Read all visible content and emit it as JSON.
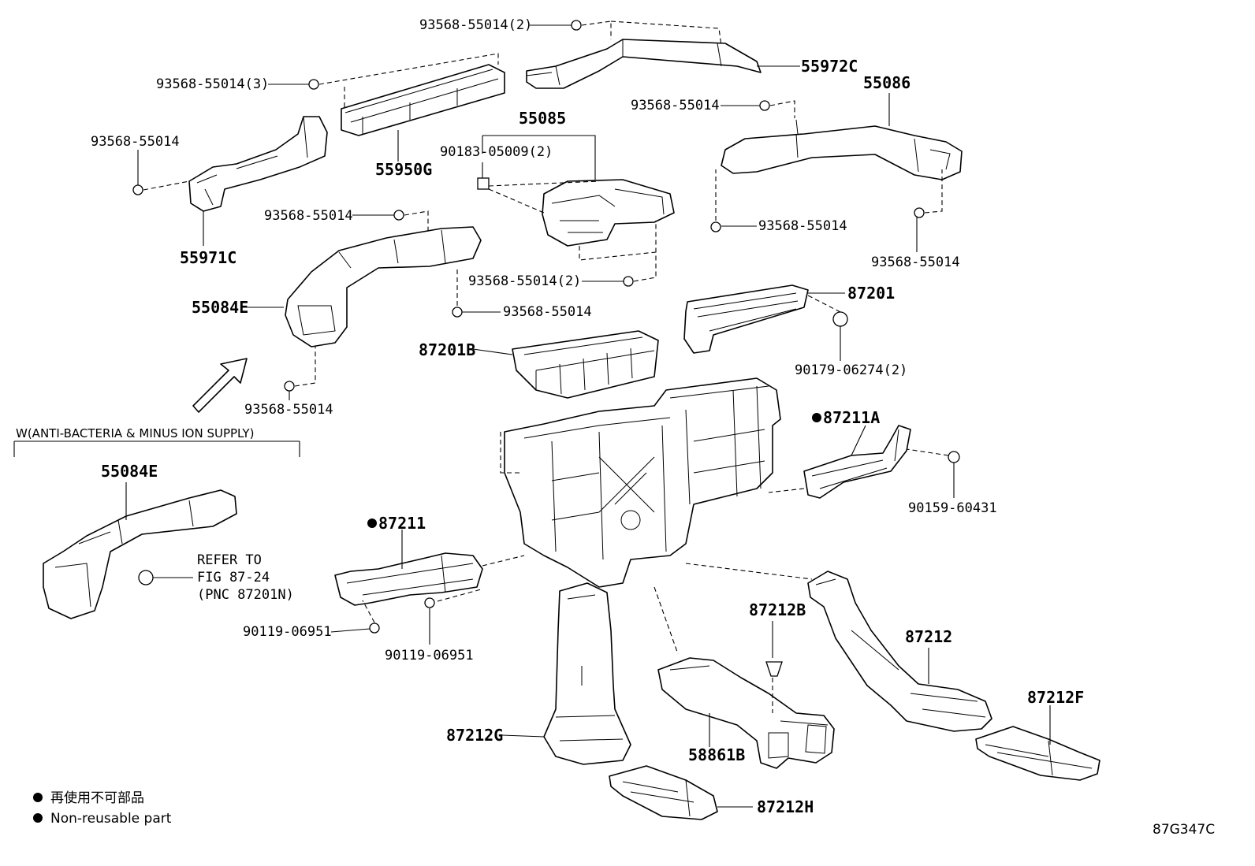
{
  "diagram": {
    "labels": {
      "screw_top_2": "93568-55014(2)",
      "duct_55972c": "55972C",
      "duct_55086": "55086",
      "screw_3": "93568-55014(3)",
      "screw_right_top": "93568-55014",
      "duct_55085": "55085",
      "clip_90183": "90183-05009(2)",
      "screw_left": "93568-55014",
      "duct_55950g": "55950G",
      "screw_mid_left": "93568-55014",
      "screw_right_low": "93568-55014",
      "screw_far_right": "93568-55014",
      "duct_55971c": "55971C",
      "screw_mid_2": "93568-55014(2)",
      "register_87201": "87201",
      "duct_55084e": "55084E",
      "screw_mid": "93568-55014",
      "register_87201b": "87201B",
      "nut_90179": "90179-06274(2)",
      "screw_bottom_left": "93568-55014",
      "part_87211a": "87211A",
      "variant_header": "W(ANTI-BACTERIA & MINUS ION SUPPLY)",
      "duct_55084e_variant": "55084E",
      "bolt_90159": "90159-60431",
      "part_87211": "87211",
      "refer_line1": "REFER TO",
      "refer_line2": "FIG 87-24",
      "refer_line3": "(PNC 87201N)",
      "screw_90119_a": "90119-06951",
      "screw_90119_b": "90119-06951",
      "clip_87212b": "87212B",
      "duct_87212": "87212",
      "duct_87212f": "87212F",
      "duct_87212g": "87212G",
      "duct_58861b": "58861B",
      "duct_87212h": "87212H"
    },
    "legend": {
      "japanese": "再使用不可部品",
      "english": "Non-reusable part"
    },
    "figure_code": "87G347C"
  }
}
